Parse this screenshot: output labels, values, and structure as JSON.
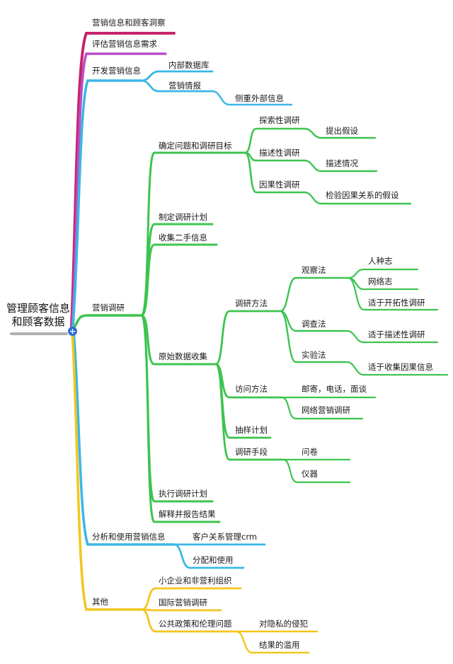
{
  "root": {
    "line1": "管理顾客信息",
    "line2": "和顾客数据",
    "expand_symbol": "+"
  },
  "colors": {
    "red": "#c6246a",
    "purple": "#b94fc8",
    "blue": "#3bb7e6",
    "green": "#3dc44f",
    "yellow": "#f3c61c",
    "root_underline": "#b0b0b0",
    "root_dot": "#2f6fd6"
  },
  "nodes": {
    "insight": "营销信息和顾客洞察",
    "assess": "评估营销信息需求",
    "develop": "开发营销信息",
    "internal_db": "内部数据库",
    "intel": "营销情报",
    "external": "侧重外部信息",
    "research": "营销调研",
    "define": "确定问题和调研目标",
    "exploratory": "探索性调研",
    "hypothesis": "提出假设",
    "descriptive": "描述性调研",
    "describe": "描述情况",
    "causal": "因果性调研",
    "test_causal": "检验因果关系的假设",
    "plan": "制定调研计划",
    "secondary": "收集二手信息",
    "primary": "原始数据收集",
    "approach": "调研方法",
    "observation": "观察法",
    "ethnography": "人种志",
    "netnography": "网络志",
    "obs_fit": "适于开拓性调研",
    "survey": "调查法",
    "survey_fit": "适于描述性调研",
    "experiment": "实验法",
    "exp_fit": "适于收集因果信息",
    "contact": "访问方法",
    "mail_phone": "邮寄，电话，面谈",
    "online": "网络营销调研",
    "sampling": "抽样计划",
    "instruments": "调研手段",
    "questionnaire": "问卷",
    "devices": "仪器",
    "implement": "执行调研计划",
    "interpret": "解释并报告结果",
    "analyze": "分析和使用营销信息",
    "crm": "客户关系管理crm",
    "distribute": "分配和使用",
    "other": "其他",
    "small": "小企业和非营利组织",
    "intl": "国际营销调研",
    "public": "公共政策和伦理问题",
    "privacy": "对隐私的侵犯",
    "misuse": "结果的滥用"
  }
}
